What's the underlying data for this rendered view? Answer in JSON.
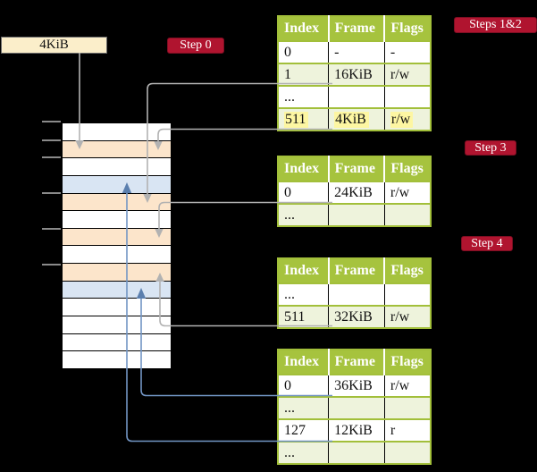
{
  "colors": {
    "background": "#000000",
    "table_header_green": "#a6c33e",
    "table_border_green": "#a2bf3a",
    "table_row_green": "#eef3dc",
    "memory_orange": "#fce5cb",
    "memory_blue": "#d9e5f3",
    "badge_red": "#b0142f",
    "box_cream": "#fbeeca",
    "highlight_yellow": "#fdf6a2",
    "connector_gray": "#b2b2b2",
    "connector_blue": "#7295c4"
  },
  "page_box": {
    "label": "4KiB"
  },
  "badges": {
    "step0": "Step 0",
    "steps12": "Steps 1&2",
    "step3": "Step 3",
    "step4": "Step 4"
  },
  "memory": {
    "rows": [
      "white",
      "orange",
      "white",
      "blue",
      "orange",
      "white",
      "orange",
      "white",
      "orange",
      "blue",
      "white",
      "white",
      "white",
      "white"
    ]
  },
  "tables": [
    {
      "id": "page-table-steps-1-2",
      "headers": [
        "Index",
        "Frame",
        "Flags"
      ],
      "rows": [
        {
          "cells": [
            "0",
            "-",
            "-"
          ],
          "shaded": false,
          "highlight": false
        },
        {
          "cells": [
            "1",
            "16KiB",
            "r/w"
          ],
          "shaded": true,
          "highlight": false
        },
        {
          "cells": [
            "...",
            "",
            ""
          ],
          "shaded": false,
          "highlight": false
        },
        {
          "cells": [
            "511",
            "4KiB",
            "r/w"
          ],
          "shaded": true,
          "highlight": true
        }
      ]
    },
    {
      "id": "page-table-step-3",
      "headers": [
        "Index",
        "Frame",
        "Flags"
      ],
      "rows": [
        {
          "cells": [
            "0",
            "24KiB",
            "r/w"
          ],
          "shaded": false,
          "highlight": false
        },
        {
          "cells": [
            "...",
            "",
            ""
          ],
          "shaded": true,
          "highlight": false
        }
      ]
    },
    {
      "id": "page-table-step-4",
      "headers": [
        "Index",
        "Frame",
        "Flags"
      ],
      "rows": [
        {
          "cells": [
            "...",
            "",
            ""
          ],
          "shaded": false,
          "highlight": false
        },
        {
          "cells": [
            "511",
            "32KiB",
            "r/w"
          ],
          "shaded": true,
          "highlight": false
        }
      ]
    },
    {
      "id": "page-table-bottom",
      "headers": [
        "Index",
        "Frame",
        "Flags"
      ],
      "rows": [
        {
          "cells": [
            "0",
            "36KiB",
            "r/w"
          ],
          "shaded": false,
          "highlight": false
        },
        {
          "cells": [
            "...",
            "",
            ""
          ],
          "shaded": true,
          "highlight": false
        },
        {
          "cells": [
            "127",
            "12KiB",
            "r"
          ],
          "shaded": false,
          "highlight": false
        },
        {
          "cells": [
            "...",
            "",
            ""
          ],
          "shaded": true,
          "highlight": false
        }
      ]
    }
  ]
}
